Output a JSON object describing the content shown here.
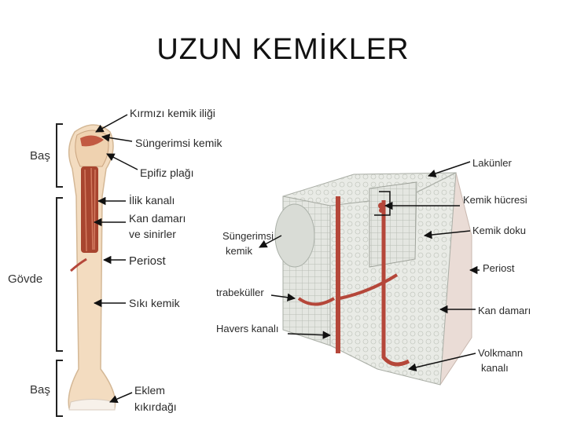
{
  "slide": {
    "title": "UZUN KEMİKLER"
  },
  "left_bone": {
    "regions": {
      "head_top": "Baş",
      "body": "Gövde",
      "head_bottom": "Baş"
    },
    "labels": {
      "red_marrow": "Kırmızı kemik iliği",
      "spongy_bone": "Süngerimsi kemik",
      "epiphyseal_plate": "Epifiz plağı",
      "marrow_canal": "İlik kanalı",
      "vessels_line1": "Kan damarı",
      "vessels_line2": "ve sinirler",
      "periosteum": "Periost",
      "compact_bone": "Sıkı kemik",
      "cartilage_line1": "Eklem",
      "cartilage_line2": "kıkırdağı"
    }
  },
  "right_section": {
    "labels": {
      "lacunae": "Lakünler",
      "bone_cell": "Kemik hücresi",
      "bone_tissue": "Kemik doku",
      "periosteum": "Periost",
      "blood_vessel": "Kan damarı",
      "volkmann_line1": "Volkmann",
      "volkmann_line2": "kanalı",
      "spongy_line1": "Süngerimsi",
      "spongy_line2": "kemik",
      "trabeculae": "trabeküller",
      "havers_canal": "Havers kanalı"
    }
  },
  "colors": {
    "bone": "#f3dcc0",
    "marrow": "#a8452f",
    "vessel": "#b5473a",
    "tissue": "#d9dcd6"
  }
}
